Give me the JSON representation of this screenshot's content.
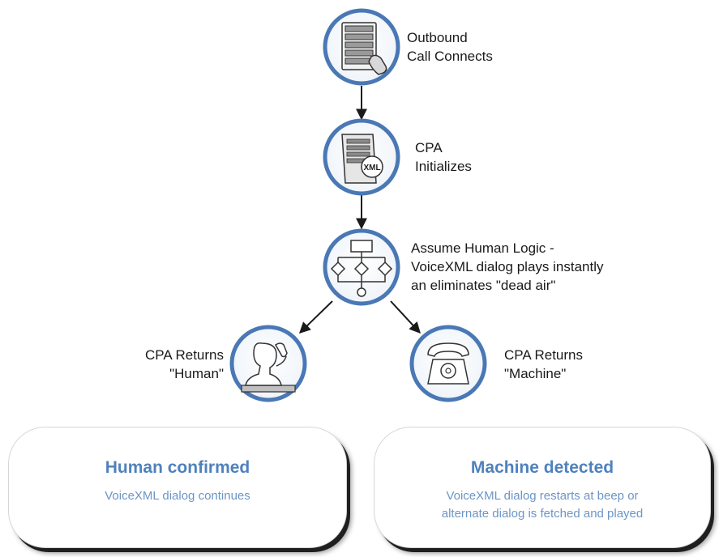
{
  "colors": {
    "ring": "#4a78b5",
    "accent_text": "#4f81bd",
    "body_text": "#1a1a1a",
    "arrow": "#1a1a1a"
  },
  "nodes": [
    {
      "id": "outbound",
      "icon": "server-phone-icon",
      "label_lines": [
        "Outbound",
        "Call Connects"
      ]
    },
    {
      "id": "cpa-init",
      "icon": "xml-server-icon",
      "label_lines": [
        "CPA",
        "Initializes"
      ]
    },
    {
      "id": "human-logic",
      "icon": "flowchart-icon",
      "label_lines": [
        "Assume Human Logic -",
        "VoiceXML dialog plays instantly",
        "an eliminates \"dead air\""
      ]
    },
    {
      "id": "human",
      "icon": "person-on-phone-icon",
      "label_lines": [
        "CPA Returns",
        "\"Human\""
      ]
    },
    {
      "id": "machine",
      "icon": "desk-telephone-icon",
      "label_lines": [
        "CPA Returns",
        "\"Machine\""
      ]
    }
  ],
  "outcomes": {
    "human": {
      "title": "Human confirmed",
      "desc_lines": [
        "VoiceXML dialog continues"
      ]
    },
    "machine": {
      "title": "Machine detected",
      "desc_lines": [
        "VoiceXML dialog restarts at beep or",
        "alternate dialog is fetched and played"
      ]
    }
  }
}
